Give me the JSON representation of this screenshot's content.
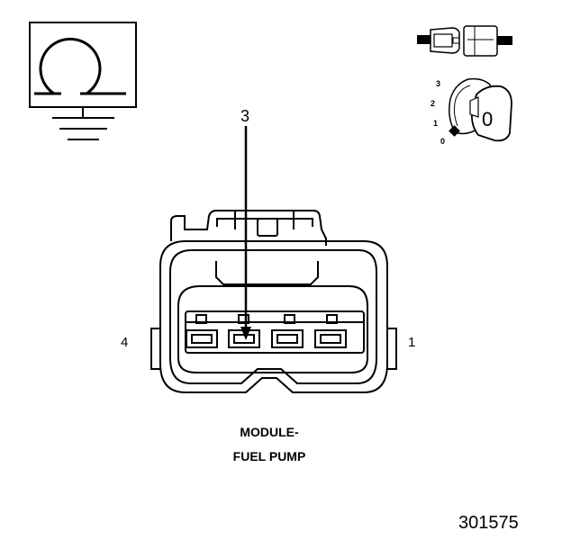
{
  "pins": {
    "callout": "3",
    "left": "4",
    "right": "1"
  },
  "ignition": {
    "positions": [
      "3",
      "2",
      "1",
      "0"
    ],
    "key_label": "0"
  },
  "component": {
    "line1": "MODULE-",
    "line2": "FUEL PUMP"
  },
  "figure_number": "301575",
  "icons": {
    "ohmmeter": "ohm-symbol-icon",
    "ground": "ground-icon",
    "connector": "disconnected-connector-icon",
    "ignition": "ignition-key-icon"
  }
}
